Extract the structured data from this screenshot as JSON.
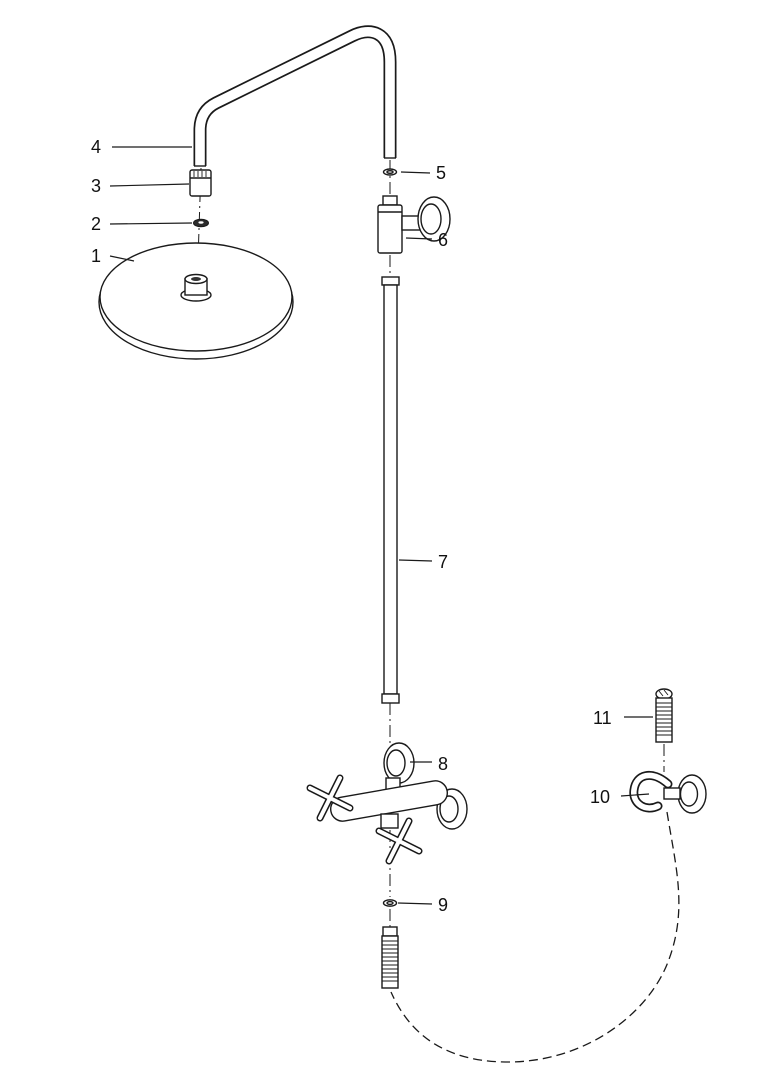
{
  "diagram": {
    "background": "#ffffff",
    "line_color": "#1a1a1a",
    "type": "exploded-parts-diagram",
    "parts": {
      "1": "1",
      "2": "2",
      "3": "3",
      "4": "4",
      "5": "5",
      "6": "6",
      "7": "7",
      "8": "8",
      "9": "9",
      "10": "10",
      "11": "11"
    }
  }
}
